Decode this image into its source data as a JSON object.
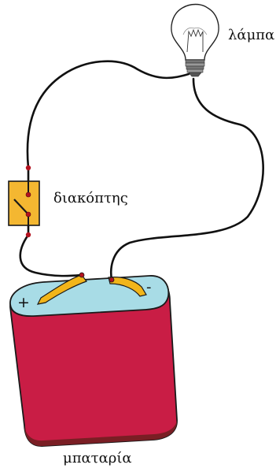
{
  "labels": {
    "lamp": "λάμπα",
    "switch": "διακόπτης",
    "battery": "μπαταρία"
  },
  "battery": {
    "plus": "+",
    "minus": "-"
  },
  "colors": {
    "battery_body": "#c91d45",
    "battery_top": "#a8dce6",
    "battery_bottom": "#7a1e24",
    "terminal": "#f2b51a",
    "switch_box": "#f4b731",
    "switch_contact": "#b3121f",
    "wire": "#111111"
  },
  "icons": [
    "lamp-icon",
    "switch-icon",
    "battery-icon"
  ]
}
